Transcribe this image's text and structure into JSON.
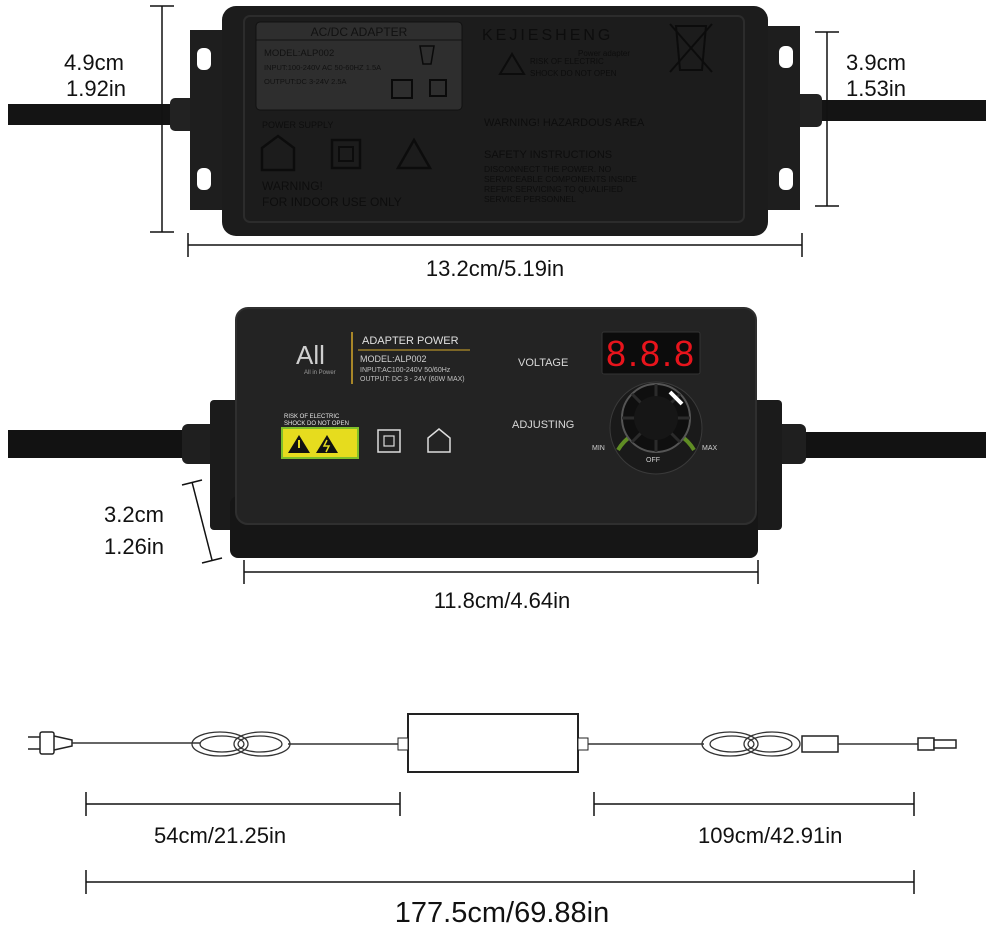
{
  "top_view": {
    "label_plate": {
      "title": "AC/DC ADAPTER",
      "model": "MODEL:ALP002",
      "input": "INPUT:100-240V AC 50-60HZ 1.5A",
      "output": "OUTPUT:DC 3-24V 2.5A"
    },
    "brand": "KEJIESHENG",
    "brand_sub": "Power adapter",
    "risk_line1": "RISK OF ELECTRIC",
    "risk_line2": "SHOCK DO NOT OPEN",
    "warning_hazard": "WARNING! HAZARDOUS AREA",
    "safety_title": "SAFETY INSTRUCTIONS",
    "safety_lines": [
      "DISCONNECT THE POWER. NO",
      "SERVICEABLE COMPONENTS INSIDE",
      "REFER SERVICING TO QUALIFIED",
      "SERVICE PERSONNEL"
    ],
    "supply_label": "POWER SUPPLY",
    "warning_left": "WARNING!",
    "indoor": "FOR INDOOR USE ONLY",
    "height_cm": "4.9cm",
    "height_in": "1.92in",
    "depth_cm": "3.9cm",
    "depth_in": "1.53in",
    "length": "13.2cm/5.19in"
  },
  "front_view": {
    "logo": "All",
    "logo_sub": "All in Power",
    "panel_title": "ADAPTER POWER",
    "model": "MODEL:ALP002",
    "input": "INPUT:AC100-240V 50/60Hz",
    "output": "OUTPUT: DC 3 - 24V (60W MAX)",
    "risk_line1": "RISK OF ELECTRIC",
    "risk_line2": "SHOCK DO NOT OPEN",
    "voltage_label": "VOLTAGE",
    "display": "8.8.8",
    "adjusting_label": "ADJUSTING",
    "knob_min": "MIN",
    "knob_max": "MAX",
    "knob_off": "OFF",
    "height_cm": "3.2cm",
    "height_in": "1.26in",
    "length": "11.8cm/4.64in"
  },
  "cable_view": {
    "input_cord": "54cm/21.25in",
    "output_cord": "109cm/42.91in",
    "total": "177.5cm/69.88in"
  },
  "colors": {
    "body": "#1c1c1c",
    "label_plate": "#2e2e2e",
    "display_red": "#e8141c",
    "warning_yellow": "#e6dc1e",
    "warning_green": "#7fbf2a"
  }
}
